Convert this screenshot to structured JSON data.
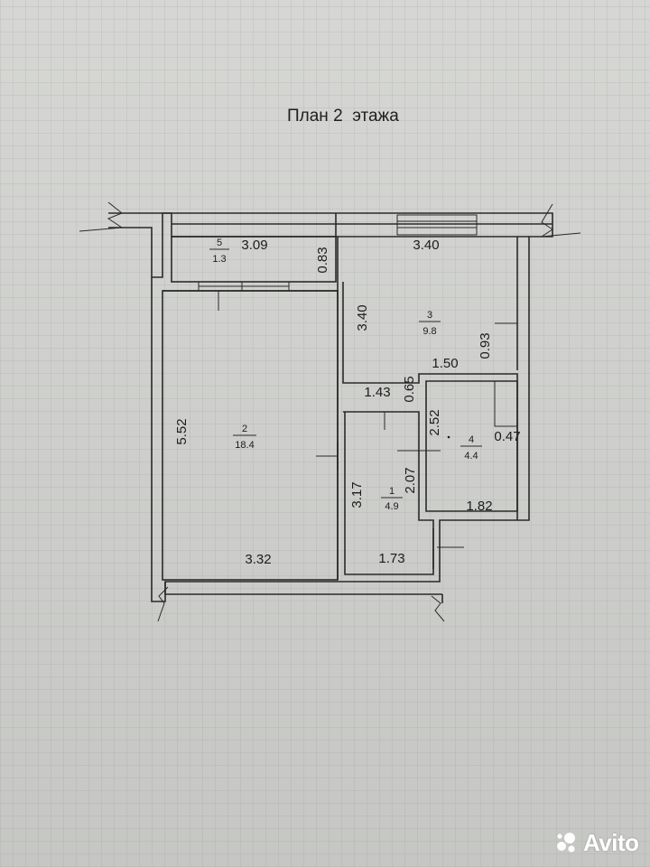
{
  "title": "План 2  этажа",
  "rooms": [
    {
      "number": "5",
      "area": "1.3"
    },
    {
      "number": "2",
      "area": "18.4"
    },
    {
      "number": "3",
      "area": "9.8"
    },
    {
      "number": "1",
      "area": "4.9"
    },
    {
      "number": "4",
      "area": "4.4"
    }
  ],
  "dimensions": {
    "balcony_length": "3.09",
    "balcony_depth": "0.83",
    "kitchen_length": "3.40",
    "kitchen_width": "3.40",
    "room_length": "5.52",
    "room_width": "3.32",
    "hall_step_width": "1.43",
    "hall_step_depth": "0.65",
    "bath_top": "1.50",
    "niche_depth": "0.93",
    "bath_height": "2.52",
    "niche_width": "0.47",
    "hall_height": "3.17",
    "bath_inner_height": "2.07",
    "bath_width": "1.82",
    "hall_width": "1.73"
  },
  "watermark": {
    "text": "Avito",
    "icon": "avito-logo-icon"
  }
}
